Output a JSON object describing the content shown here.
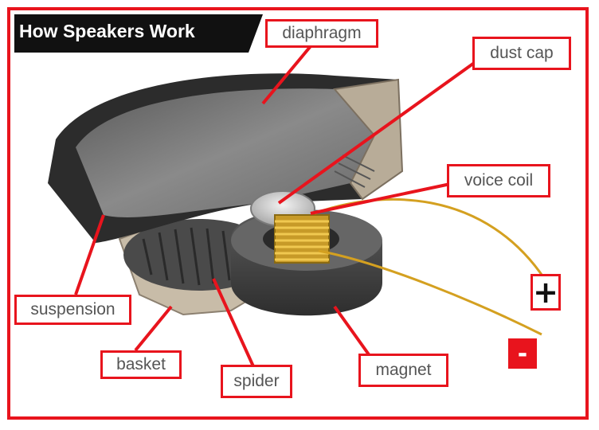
{
  "title": "How Speakers Work",
  "labels": {
    "diaphragm": "diaphragm",
    "dust_cap": "dust cap",
    "voice_coil": "voice coil",
    "suspension": "suspension",
    "basket": "basket",
    "spider": "spider",
    "magnet": "magnet"
  },
  "terminals": {
    "plus": "+",
    "minus": "-"
  },
  "colors": {
    "accent": "#e8141d",
    "banner": "#111111",
    "coil": "#d4a020"
  }
}
